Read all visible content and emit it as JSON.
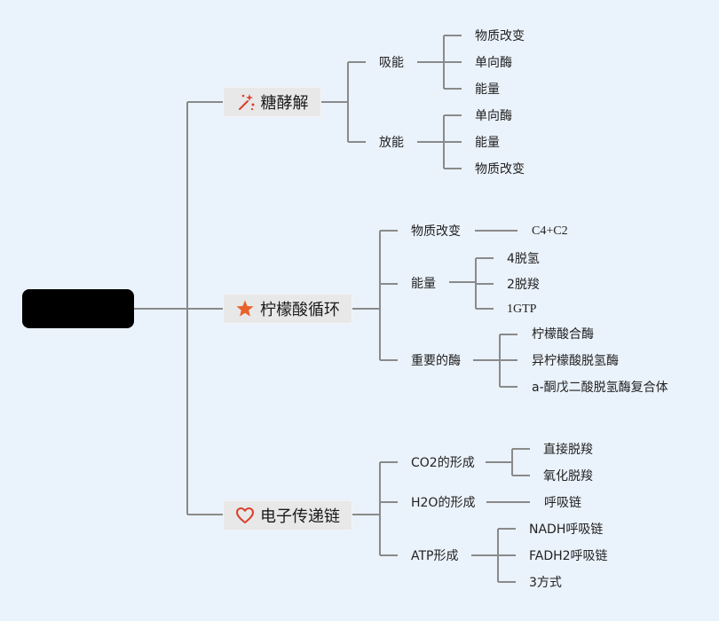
{
  "root": {
    "label": ""
  },
  "branches": [
    {
      "label": "糖酵解",
      "icon": "sparkle-wand-icon",
      "children": [
        {
          "label": "吸能",
          "children": [
            "物质改变",
            "单向酶",
            "能量"
          ]
        },
        {
          "label": "放能",
          "children": [
            "单向酶",
            "能量",
            "物质改变"
          ]
        }
      ]
    },
    {
      "label": "柠檬酸循环",
      "icon": "star-icon",
      "children": [
        {
          "label": "物质改变",
          "children": [
            "C4+C2"
          ]
        },
        {
          "label": "能量",
          "children": [
            "4脱氢",
            "2脱羧",
            "1GTP"
          ]
        },
        {
          "label": "重要的酶",
          "children": [
            "柠檬酸合酶",
            "异柠檬酸脱氢酶",
            "a-酮戊二酸脱氢酶复合体"
          ]
        }
      ]
    },
    {
      "label": "电子传递链",
      "icon": "heart-icon",
      "children": [
        {
          "label": "CO2的形成",
          "children": [
            "直接脱羧",
            "氧化脱羧"
          ]
        },
        {
          "label": "H2O的形成",
          "children": [
            "呼吸链"
          ]
        },
        {
          "label": "ATP形成",
          "children": [
            "NADH呼吸链",
            "FADH2呼吸链",
            "3方式"
          ]
        }
      ]
    }
  ],
  "colors": {
    "background": "#eaf2fb",
    "connector": "#8a8a8a",
    "branch_fill": "#e8e8e8",
    "sparkle_icon": "#d9402b",
    "star_icon": "#e8622a",
    "heart_icon": "#d9402b"
  }
}
